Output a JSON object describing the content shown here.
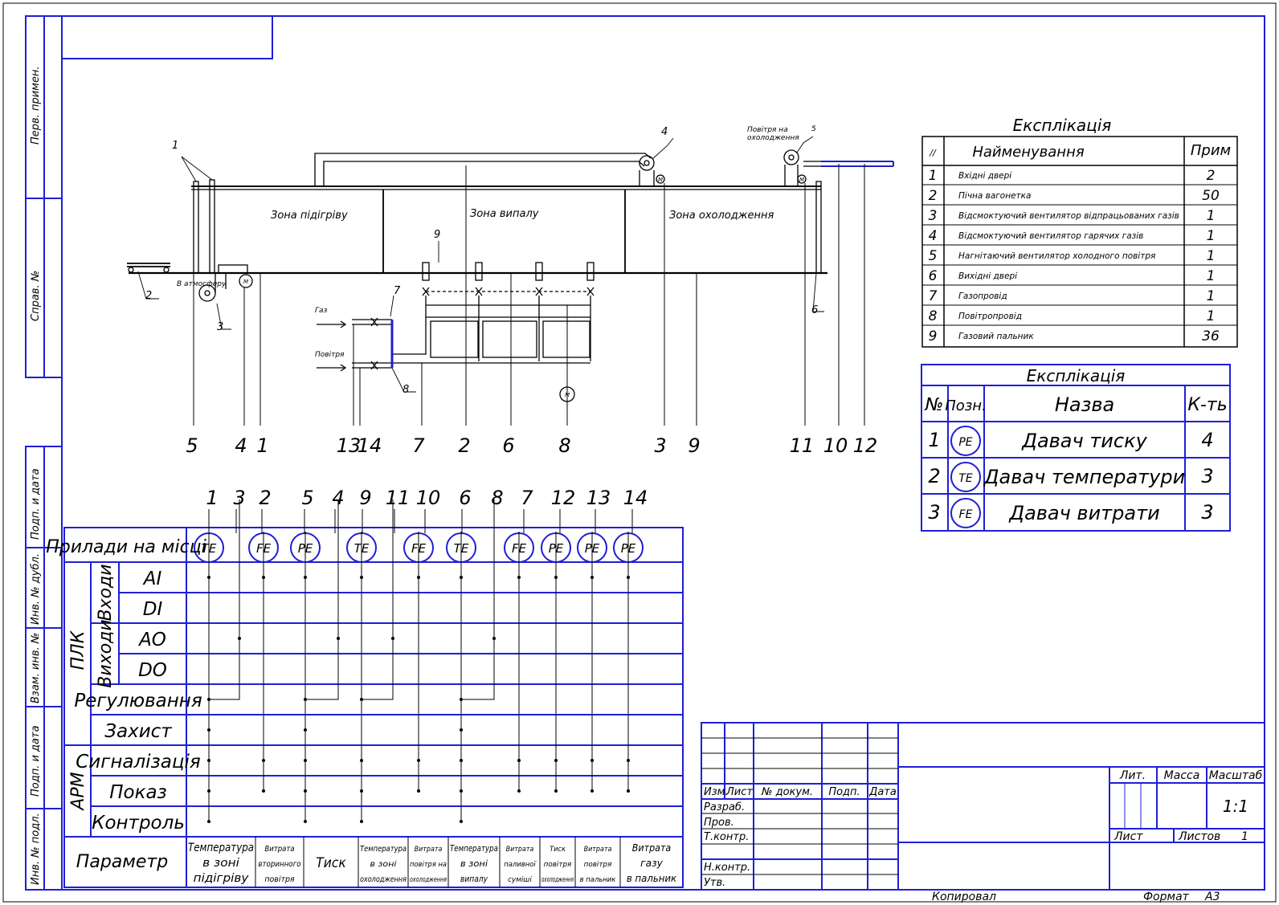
{
  "side_stamps": [
    "Перв. примен.",
    "Справ. №",
    "Подп. и дата",
    "Инв. № дубл.",
    "Взам. инв. №",
    "Подп. и дата",
    "Инв. № подл."
  ],
  "scheme": {
    "zones": [
      "Зона підігріву",
      "Зона випалу",
      "Зона охолодження"
    ],
    "atmosphere": "В атмосферу",
    "gas": "Газ",
    "air": "Повітря",
    "cooling_air": "Повітря на охолодження",
    "motor": "М",
    "callouts": [
      "1",
      "2",
      "3",
      "4",
      "5",
      "6",
      "7",
      "8",
      "9"
    ],
    "line_numbers": [
      "5",
      "4",
      "1",
      "13",
      "14",
      "7",
      "2",
      "6",
      "8",
      "3",
      "9",
      "11",
      "10",
      "12"
    ]
  },
  "explication1": {
    "title": "Експлікація",
    "head": [
      "//",
      "Найменування",
      "Прим"
    ],
    "rows": [
      [
        "1",
        "Вхідні двері",
        "2"
      ],
      [
        "2",
        "Пічна вагонетка",
        "50"
      ],
      [
        "3",
        "Відсмоктуючий вентилятор відпрацьованих газів",
        "1"
      ],
      [
        "4",
        "Відсмоктуючий вентилятор гарячих газів",
        "1"
      ],
      [
        "5",
        "Нагнітаючий вентилятор холодного повітря",
        "1"
      ],
      [
        "6",
        "Вихідні двері",
        "1"
      ],
      [
        "7",
        "Газопровід",
        "1"
      ],
      [
        "8",
        "Повітропровід",
        "1"
      ],
      [
        "9",
        "Газовий пальник",
        "36"
      ]
    ]
  },
  "explication2": {
    "title": "Експлікація",
    "head": [
      "№",
      "Позн.",
      "Назва",
      "К-ть"
    ],
    "rows": [
      [
        "1",
        "PE",
        "Давач тиску",
        "4"
      ],
      [
        "2",
        "TE",
        "Давач температури",
        "3"
      ],
      [
        "3",
        "FE",
        "Давач витрати",
        "3"
      ]
    ]
  },
  "matrix": {
    "top_numbers": [
      "1",
      "3",
      "2",
      "5",
      "4",
      "9",
      "11",
      "10",
      "6",
      "8",
      "7",
      "12",
      "13",
      "14"
    ],
    "instruments_label": "Прилади на місці",
    "instruments": [
      "TE",
      "FE",
      "PE",
      "TE",
      "FE",
      "TE",
      "FE",
      "PE",
      "PE",
      "PE"
    ],
    "plk": "ПЛК",
    "inputs": "Входи",
    "outputs": "Виходи",
    "arm": "АРМ",
    "rows": [
      "AI",
      "DI",
      "AO",
      "DO",
      "Регулювання",
      "Захист",
      "Сигналізація",
      "Показ",
      "Контроль"
    ],
    "param_label": "Параметр",
    "params": [
      [
        "Температура",
        "в зоні",
        "підігріву"
      ],
      [
        "Витрата",
        "вторинного",
        "повітря"
      ],
      [
        "Тиск"
      ],
      [
        "Температура",
        "в зоні",
        "охолодження"
      ],
      [
        "Витрата",
        "повітря на",
        "охолодження"
      ],
      [
        "Температура",
        "в зоні",
        "випалу"
      ],
      [
        "Витрата",
        "паливної",
        "суміші"
      ],
      [
        "Тиск",
        "повітря",
        "охолодження"
      ],
      [
        "Витрата",
        "повітря",
        "в пальник"
      ],
      [
        "Витрата",
        "газу",
        "в пальник"
      ]
    ]
  },
  "stamp": {
    "cols": [
      "Изм.",
      "Лист",
      "№ докум.",
      "Подп.",
      "Дата"
    ],
    "rows": [
      "Разраб.",
      "Пров.",
      "Т.контр.",
      "Н.контр.",
      "Утв."
    ],
    "lit": "Лит.",
    "mass": "Масса",
    "scale": "Масштаб",
    "scale_value": "1:1",
    "sheet": "Лист",
    "sheets": "Листов",
    "sheets_value": "1",
    "copied": "Копировал",
    "format": "Формат",
    "format_value": "А3"
  },
  "colors": {
    "frame": "#1f1fd6",
    "ink": "#000000"
  }
}
